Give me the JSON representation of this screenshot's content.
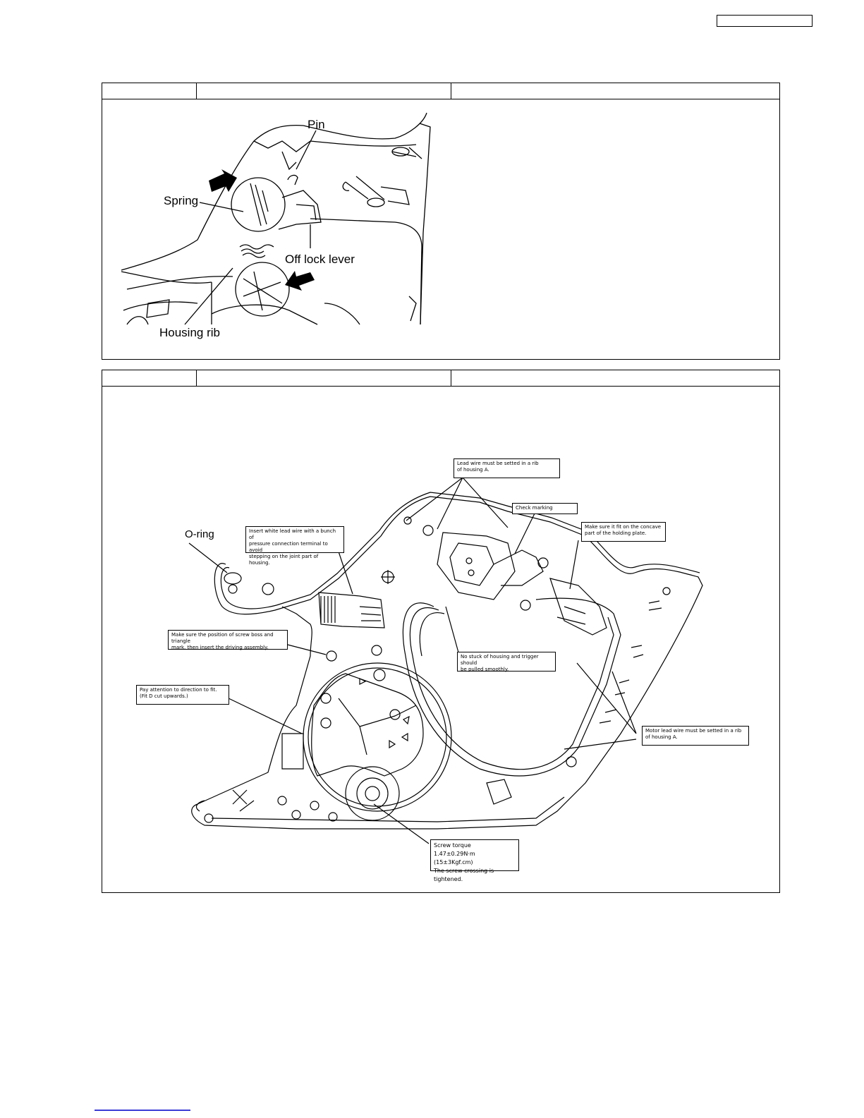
{
  "figure1": {
    "labels": {
      "pin": "Pin",
      "spring": "Spring",
      "off_lock_lever": "Off lock lever",
      "housing_rib": "Housing rib"
    }
  },
  "figure2": {
    "labels": {
      "o_ring": "O-ring"
    },
    "notes": {
      "lead_wire_rib": "Lead wire must be setted in a rib\nof housing A.",
      "check_marking": "Check marking",
      "holding_plate": "Make sure it fit on the concave\npart of the holding plate.",
      "white_lead_wire": "Insert white lead wire with a bunch of\npressure connection terminal to avoid\nstepping on the joint part of housing.",
      "screw_boss": "Make sure the position of screw boss and triangle\nmark, then insert the driving assembly.",
      "no_stuck": "No stuck of housing and trigger should\nbe pulled smoothly.",
      "direction_fit": "Pay attention to direction to fit.\n(Fit D cut upwards.)",
      "motor_lead_wire": "Motor lead wire must be setted in a rib\nof housing A.",
      "screw_torque": "Screw torque\n1.47±0.29N·m (15±3Kgf.cm)\nThe screw crossing is tightened."
    }
  }
}
